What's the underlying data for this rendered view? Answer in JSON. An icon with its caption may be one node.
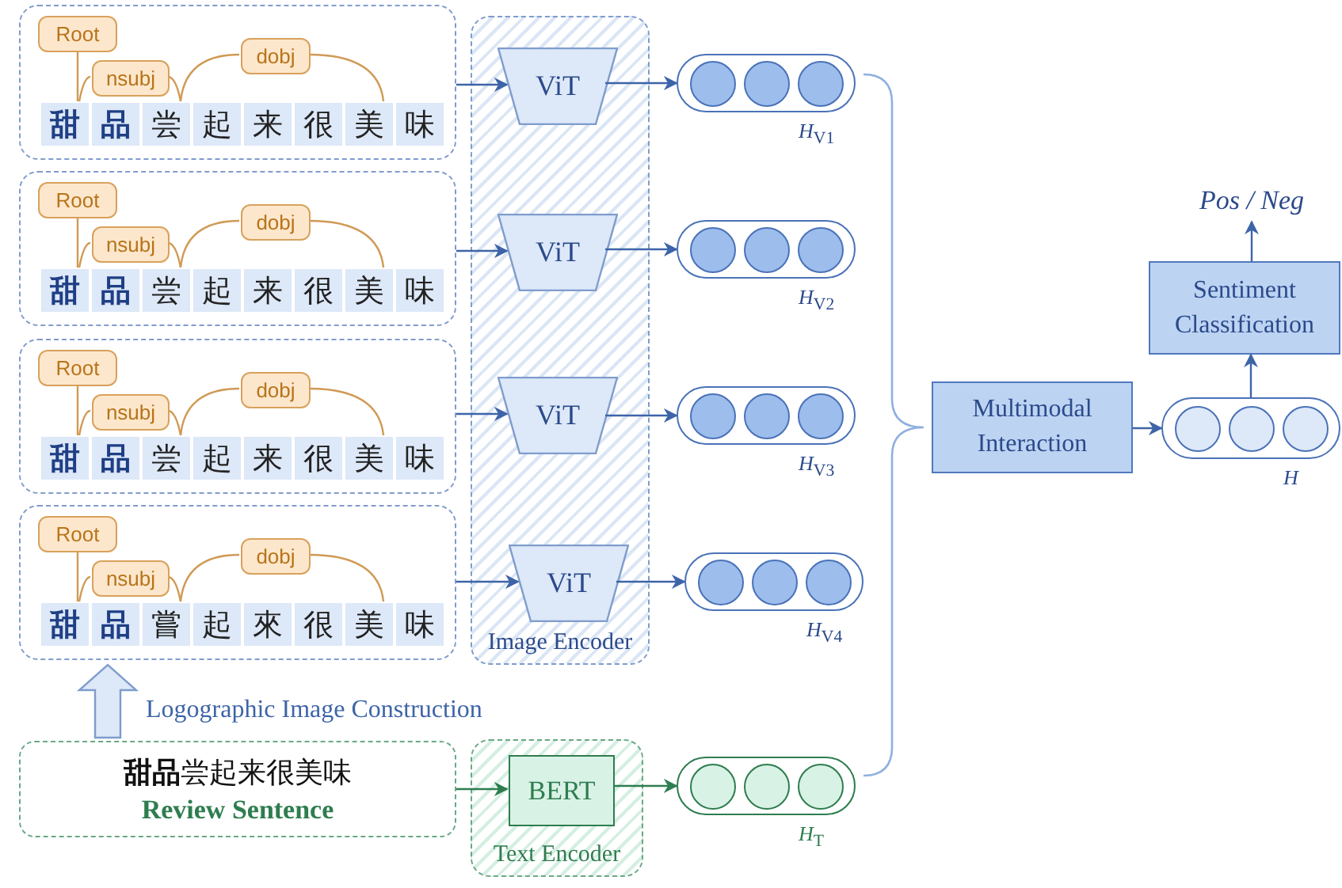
{
  "diagram": {
    "nodes": [
      {
        "text": [],
        "shape": "box"
      },
      {
        "text": [
          "Root"
        ],
        "in": 0
      },
      {
        "text": [
          "nsubj"
        ],
        "in": 0
      },
      {
        "text": [
          "dobj"
        ],
        "in": 0
      },
      {
        "text": [
          "甜"
        ],
        "in": 0
      },
      {
        "text": [
          "品"
        ],
        "in": 0
      },
      {
        "text": [
          "尝"
        ],
        "in": 0
      },
      {
        "text": [
          "起"
        ],
        "in": 0
      },
      {
        "text": [
          "来"
        ],
        "in": 0
      },
      {
        "text": [
          "很"
        ],
        "in": 0
      },
      {
        "text": [
          "美"
        ],
        "in": 0
      },
      {
        "text": [
          "味"
        ],
        "in": 0
      },
      {
        "text": [],
        "shape": "box"
      },
      {
        "text": [
          "Root"
        ],
        "in": 12
      },
      {
        "text": [
          "nsubj"
        ],
        "in": 12
      },
      {
        "text": [
          "dobj"
        ],
        "in": 12
      },
      {
        "text": [
          "甜"
        ],
        "in": 12
      },
      {
        "text": [
          "品"
        ],
        "in": 12
      },
      {
        "text": [
          "尝"
        ],
        "in": 12
      },
      {
        "text": [
          "起"
        ],
        "in": 12
      },
      {
        "text": [
          "来"
        ],
        "in": 12
      },
      {
        "text": [
          "很"
        ],
        "in": 12
      },
      {
        "text": [
          "美"
        ],
        "in": 12
      },
      {
        "text": [
          "味"
        ],
        "in": 12
      },
      {
        "text": [],
        "shape": "box"
      },
      {
        "text": [
          "Root"
        ],
        "in": 24
      },
      {
        "text": [
          "nsubj"
        ],
        "in": 24
      },
      {
        "text": [
          "dobj"
        ],
        "in": 24
      },
      {
        "text": [
          "甜"
        ],
        "in": 24
      },
      {
        "text": [
          "品"
        ],
        "in": 24
      },
      {
        "text": [
          "尝"
        ],
        "in": 24
      },
      {
        "text": [
          "起"
        ],
        "in": 24
      },
      {
        "text": [
          "来"
        ],
        "in": 24
      },
      {
        "text": [
          "很"
        ],
        "in": 24
      },
      {
        "text": [
          "美"
        ],
        "in": 24
      },
      {
        "text": [
          "味"
        ],
        "in": 24
      },
      {
        "text": [],
        "shape": "box"
      },
      {
        "text": [
          "Root"
        ],
        "in": 36
      },
      {
        "text": [
          "nsubj"
        ],
        "in": 36
      },
      {
        "text": [
          "dobj"
        ],
        "in": 36
      },
      {
        "text": [
          "甜"
        ],
        "in": 36
      },
      {
        "text": [
          "品"
        ],
        "in": 36
      },
      {
        "text": [
          "嘗"
        ],
        "in": 36
      },
      {
        "text": [
          "起"
        ],
        "in": 36
      },
      {
        "text": [
          "來"
        ],
        "in": 36
      },
      {
        "text": [
          "很"
        ],
        "in": 36
      },
      {
        "text": [
          "美"
        ],
        "in": 36
      },
      {
        "text": [
          "味"
        ],
        "in": 36
      },
      {
        "text": [
          "Image Encoder"
        ]
      },
      {
        "text": [
          "ViT"
        ],
        "in": 48
      },
      {
        "text": [
          "ViT"
        ],
        "in": 48
      },
      {
        "text": [
          "ViT"
        ],
        "in": 48
      },
      {
        "text": [
          "ViT"
        ],
        "in": 48
      },
      {
        "text": [],
        "shape": "pill",
        "beside": [
          "*H*$_{V1}$"
        ]
      },
      {
        "text": [],
        "shape": "pill",
        "beside": [
          "*H*$_{V2}$"
        ]
      },
      {
        "text": [],
        "shape": "pill",
        "beside": [
          "*H*$_{V3}$"
        ]
      },
      {
        "text": [],
        "shape": "pill",
        "beside": [
          "*H*$_{V4}$"
        ]
      },
      {
        "text": [
          "**甜品**尝起来很美味",
          "Review Sentence"
        ]
      },
      {
        "text": [
          "Text Encoder"
        ]
      },
      {
        "text": [
          "BERT"
        ],
        "in": 58
      },
      {
        "text": [],
        "shape": "pill",
        "beside": [
          "*H*$_{T}$"
        ]
      },
      {
        "text": [
          "Multimodal Interaction"
        ]
      },
      {
        "text": [],
        "shape": "pill",
        "beside": [
          "*H*"
        ]
      },
      {
        "text": [
          "Sentiment Classification"
        ]
      },
      {
        "text": [
          "Pos / Neg"
        ]
      }
    ],
    "edges": [
      {
        "from": 1,
        "to": 4,
        "arrow": "none",
        "color": "#d09a55"
      },
      {
        "from": 4,
        "to": 2,
        "arrow": "none",
        "color": "#d09a55"
      },
      {
        "from": 2,
        "to": 6,
        "arrow": "none",
        "color": "#d09a55"
      },
      {
        "from": 6,
        "to": 3,
        "arrow": "none",
        "color": "#d09a55"
      },
      {
        "from": 3,
        "to": 10,
        "arrow": "none",
        "color": "#d09a55"
      },
      {
        "from": 13,
        "to": 16,
        "arrow": "none",
        "color": "#d09a55"
      },
      {
        "from": 16,
        "to": 14,
        "arrow": "none",
        "color": "#d09a55"
      },
      {
        "from": 14,
        "to": 18,
        "arrow": "none",
        "color": "#d09a55"
      },
      {
        "from": 18,
        "to": 15,
        "arrow": "none",
        "color": "#d09a55"
      },
      {
        "from": 15,
        "to": 22,
        "arrow": "none",
        "color": "#d09a55"
      },
      {
        "from": 25,
        "to": 28,
        "arrow": "none",
        "color": "#d09a55"
      },
      {
        "from": 28,
        "to": 26,
        "arrow": "none",
        "color": "#d09a55"
      },
      {
        "from": 26,
        "to": 30,
        "arrow": "none",
        "color": "#d09a55"
      },
      {
        "from": 30,
        "to": 27,
        "arrow": "none",
        "color": "#d09a55"
      },
      {
        "from": 27,
        "to": 34,
        "arrow": "none",
        "color": "#d09a55"
      },
      {
        "from": 37,
        "to": 40,
        "arrow": "none",
        "color": "#d09a55"
      },
      {
        "from": 40,
        "to": 38,
        "arrow": "none",
        "color": "#d09a55"
      },
      {
        "from": 38,
        "to": 42,
        "arrow": "none",
        "color": "#d09a55"
      },
      {
        "from": 42,
        "to": 39,
        "arrow": "none",
        "color": "#d09a55"
      },
      {
        "from": 39,
        "to": 46,
        "arrow": "none",
        "color": "#d09a55"
      },
      {
        "from": 0,
        "to": 49,
        "arrow": "to",
        "color": "#3d64a8"
      },
      {
        "from": 12,
        "to": 50,
        "arrow": "to",
        "color": "#3d64a8"
      },
      {
        "from": 24,
        "to": 51,
        "arrow": "to",
        "color": "#3d64a8"
      },
      {
        "from": 36,
        "to": 52,
        "arrow": "to",
        "color": "#3d64a8"
      },
      {
        "from": 49,
        "to": 53,
        "arrow": "to",
        "color": "#3d64a8"
      },
      {
        "from": 50,
        "to": 54,
        "arrow": "to",
        "color": "#3d64a8"
      },
      {
        "from": 51,
        "to": 55,
        "arrow": "to",
        "color": "#3d64a8"
      },
      {
        "from": 52,
        "to": 56,
        "arrow": "to",
        "color": "#3d64a8"
      },
      {
        "from": 57,
        "to": 36,
        "arrow": "to",
        "label": "Logographic Image Construction",
        "style": "thick"
      },
      {
        "from": 57,
        "to": 59,
        "arrow": "to",
        "color": "#2e7d4f"
      },
      {
        "from": 59,
        "to": 60,
        "arrow": "to",
        "color": "#2e7d4f"
      },
      {
        "from": 61,
        "to": 62,
        "arrow": "to",
        "color": "#3d64a8"
      },
      {
        "from": 62,
        "to": 63,
        "arrow": "to",
        "color": "#3d64a8"
      },
      {
        "from": 63,
        "to": 64,
        "arrow": "to",
        "color": "#3d64a8"
      }
    ]
  }
}
